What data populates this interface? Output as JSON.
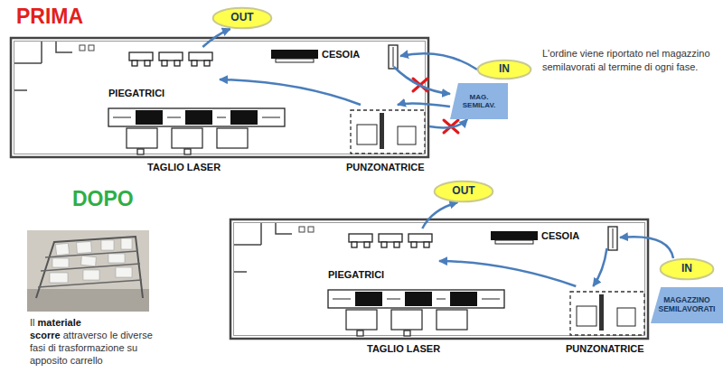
{
  "diagram": {
    "nodes": [
      {
        "text": [
          "OUT"
        ]
      },
      {
        "text": [
          "PIEGATRICI"
        ]
      },
      {
        "text": [
          "CESOIA"
        ]
      },
      {
        "text": [
          "IN"
        ]
      },
      {
        "text": [
          "MAG. SEMILAV."
        ]
      },
      {
        "text": [
          "TAGLIO LASER"
        ]
      },
      {
        "text": [
          "PUNZONATRICE"
        ]
      },
      {
        "text": [
          "OUT"
        ]
      },
      {
        "text": [
          "PIEGATRICI"
        ]
      },
      {
        "text": [
          "CESOIA"
        ]
      },
      {
        "text": [
          "IN"
        ]
      },
      {
        "text": [
          "MAGAZZINO SEMILAVORATI"
        ]
      },
      {
        "text": [
          "TAGLIO LASER"
        ]
      },
      {
        "text": [
          "PUNZONATRICE"
        ]
      }
    ],
    "edges": [
      {
        "from": 3,
        "to": 2,
        "arrow": "to"
      },
      {
        "from": 2,
        "to": 4,
        "arrow": "to"
      },
      {
        "from": 4,
        "to": 6,
        "arrow": "to"
      },
      {
        "from": 6,
        "to": 4,
        "arrow": "to"
      },
      {
        "from": 6,
        "to": 1,
        "arrow": "to"
      },
      {
        "from": 1,
        "to": 0,
        "arrow": "to"
      },
      {
        "from": 10,
        "to": 9,
        "arrow": "to"
      },
      {
        "from": 9,
        "to": 13,
        "arrow": "to"
      },
      {
        "from": 13,
        "to": 8,
        "arrow": "to"
      },
      {
        "from": 8,
        "to": 7,
        "arrow": "to"
      }
    ],
    "labels": [
      "PRIMA",
      "L'ordine viene riportato nel magazzino semilavorati al termine di ogni fase.",
      "DOPO",
      "Il",
      "materiale scorre",
      "attraverso le diverse fasi di trasformazione su apposito carrello"
    ]
  }
}
